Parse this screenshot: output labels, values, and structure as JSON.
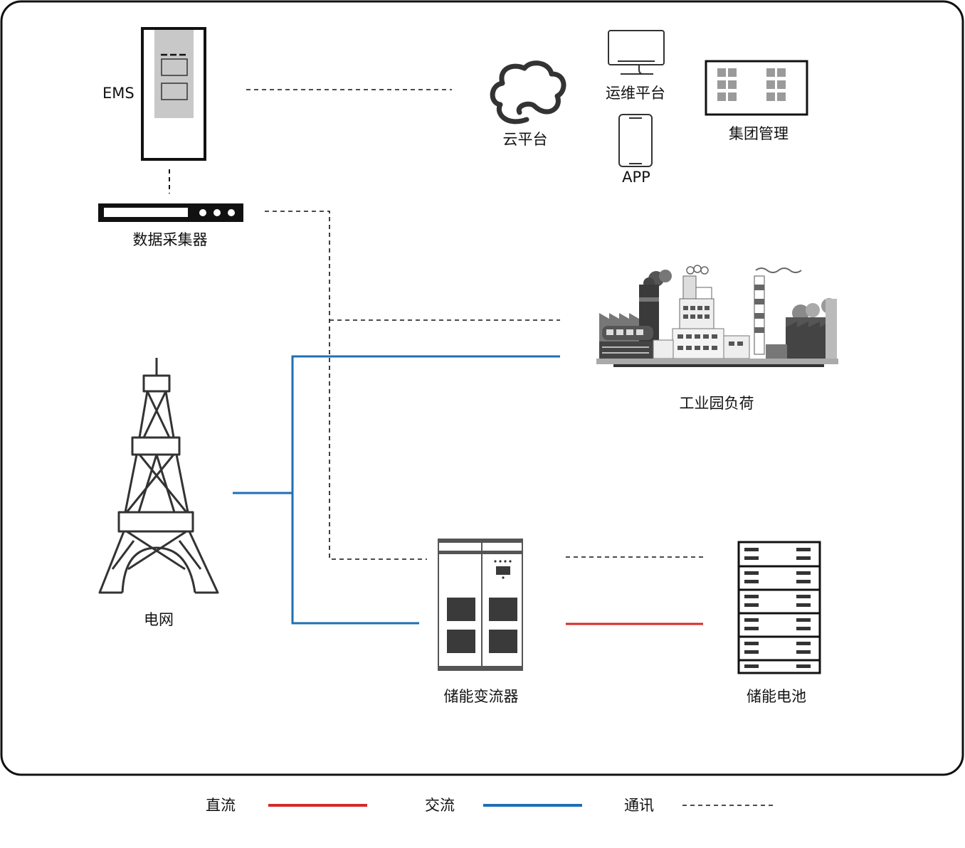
{
  "nodes": {
    "ems": "EMS",
    "cloud": "云平台",
    "ops_platform": "运维平台",
    "app": "APP",
    "group_mgmt": "集团管理",
    "data_collector": "数据采集器",
    "industrial_load": "工业园负荷",
    "grid": "电网",
    "pcs": "储能变流器",
    "battery": "储能电池"
  },
  "legend": [
    {
      "label": "直流",
      "color": "#d42a2a",
      "style": "solid"
    },
    {
      "label": "交流",
      "color": "#1f6fb5",
      "style": "solid"
    },
    {
      "label": "通讯",
      "color": "#111111",
      "style": "dashed"
    }
  ],
  "colors": {
    "dc": "#d42a2a",
    "ac": "#1f6fb5",
    "comm": "#111111",
    "frame": "#111111"
  }
}
